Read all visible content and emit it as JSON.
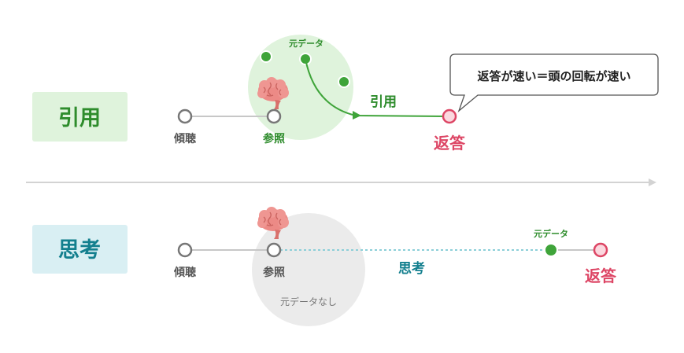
{
  "colors": {
    "green": "#3fa43a",
    "green_dark": "#2e8c2c",
    "green_bg": "#dff3dc",
    "teal": "#137f8e",
    "teal_bg": "#d9eff3",
    "red": "#dd4665",
    "red_fill": "#fbd8df",
    "gray_node": "#777777",
    "gray_line": "#c7c7c7",
    "gray_bubble": "#ebebeb",
    "dotted": "#8ccfd8",
    "brain": "#ec8a86"
  },
  "icons": [
    "brain-icon"
  ],
  "top_row": {
    "label": "引用",
    "node1_label": "傾聴",
    "node2_label": "参照",
    "source_data_label": "元データ",
    "quote_label": "引用",
    "answer_label": "返答",
    "callout_text": "返答が速い＝頭の回転が速い"
  },
  "bottom_row": {
    "label": "思考",
    "node1_label": "傾聴",
    "node2_label": "参照",
    "no_data_label": "元データなし",
    "think_label": "思考",
    "source_data_label": "元データ",
    "answer_label": "返答"
  }
}
